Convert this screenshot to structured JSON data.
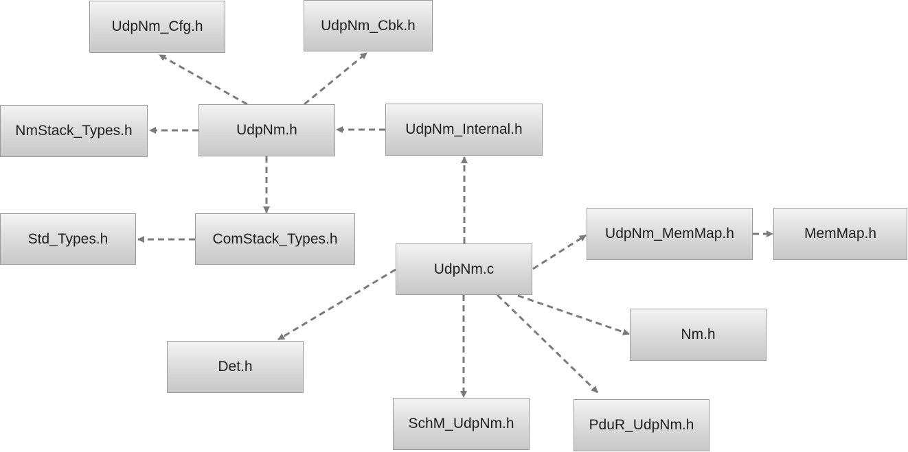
{
  "nodes": {
    "udpnm_cfg_h": "UdpNm_Cfg.h",
    "udpnm_cbk_h": "UdpNm_Cbk.h",
    "nmstack_types_h": "NmStack_Types.h",
    "udpnm_h": "UdpNm.h",
    "udpnm_internal_h": "UdpNm_Internal.h",
    "std_types_h": "Std_Types.h",
    "comstack_types_h": "ComStack_Types.h",
    "udpnm_memmap_h": "UdpNm_MemMap.h",
    "memmap_h": "MemMap.h",
    "udpnm_c": "UdpNm.c",
    "nm_h": "Nm.h",
    "det_h": "Det.h",
    "schm_udpnm_h": "SchM_UdpNm.h",
    "pdur_udpnm_h": "PduR_UdpNm.h"
  },
  "edges": [
    {
      "from": "udpnm_h",
      "to": "udpnm_cfg_h"
    },
    {
      "from": "udpnm_h",
      "to": "udpnm_cbk_h"
    },
    {
      "from": "udpnm_h",
      "to": "nmstack_types_h"
    },
    {
      "from": "udpnm_internal_h",
      "to": "udpnm_h"
    },
    {
      "from": "udpnm_h",
      "to": "comstack_types_h"
    },
    {
      "from": "comstack_types_h",
      "to": "std_types_h"
    },
    {
      "from": "udpnm_c",
      "to": "udpnm_internal_h"
    },
    {
      "from": "udpnm_c",
      "to": "udpnm_memmap_h"
    },
    {
      "from": "udpnm_memmap_h",
      "to": "memmap_h"
    },
    {
      "from": "udpnm_c",
      "to": "nm_h"
    },
    {
      "from": "udpnm_c",
      "to": "det_h"
    },
    {
      "from": "udpnm_c",
      "to": "schm_udpnm_h"
    },
    {
      "from": "udpnm_c",
      "to": "pdur_udpnm_h"
    }
  ],
  "colors": {
    "edge": "#7a7a7a",
    "node_border": "#9a9a9a",
    "node_fill_top": "#f3f3f3",
    "node_fill_bottom": "#c8c8c8",
    "text": "#1f1f1f"
  }
}
